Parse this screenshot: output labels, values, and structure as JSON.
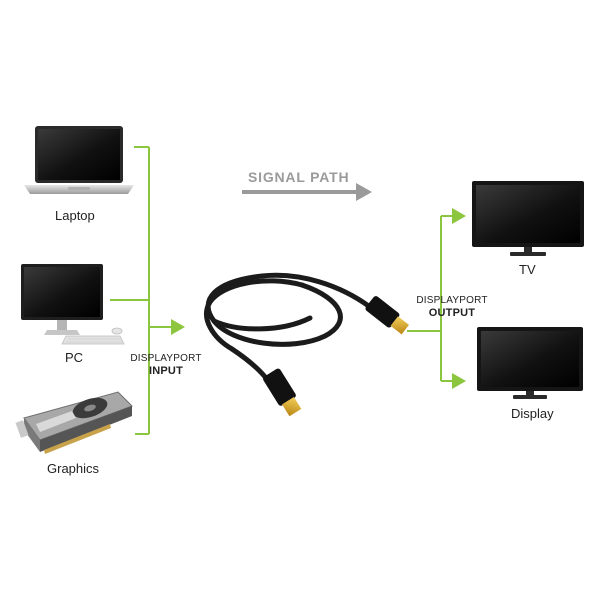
{
  "diagram": {
    "signal_label": "SIGNAL PATH",
    "input_label_line1": "DISPLAYPORT",
    "input_label_line2": "INPUT",
    "output_label_line1": "DISPLAYPORT",
    "output_label_line2": "OUTPUT",
    "sources": [
      {
        "label": "Laptop",
        "icon": "laptop-icon"
      },
      {
        "label": "PC",
        "icon": "desktop-pc-icon"
      },
      {
        "label": "Graphics",
        "icon": "graphics-card-icon"
      }
    ],
    "destinations": [
      {
        "label": "TV",
        "icon": "tv-icon"
      },
      {
        "label": "Display",
        "icon": "monitor-icon"
      }
    ],
    "colors": {
      "connector_line": "#8cc63f",
      "signal_arrow": "#9a9a9a",
      "cable": "#1b1b1b",
      "plug_tip": "#d9a21b"
    }
  }
}
